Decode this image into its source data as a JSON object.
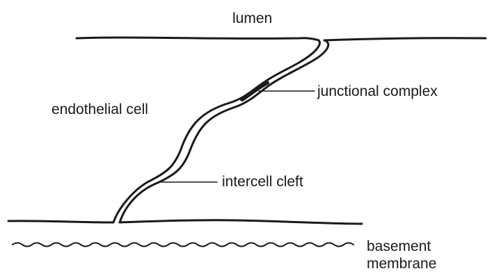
{
  "labels": {
    "lumen": "lumen",
    "endothelial_cell": "endothelial cell",
    "junctional_complex": "junctional complex",
    "intercell_cleft": "intercell cleft",
    "basement_line1": "basement",
    "basement_line2": "membrane"
  },
  "colors": {
    "ink": "#1a1a1a",
    "background": "#ffffff"
  }
}
